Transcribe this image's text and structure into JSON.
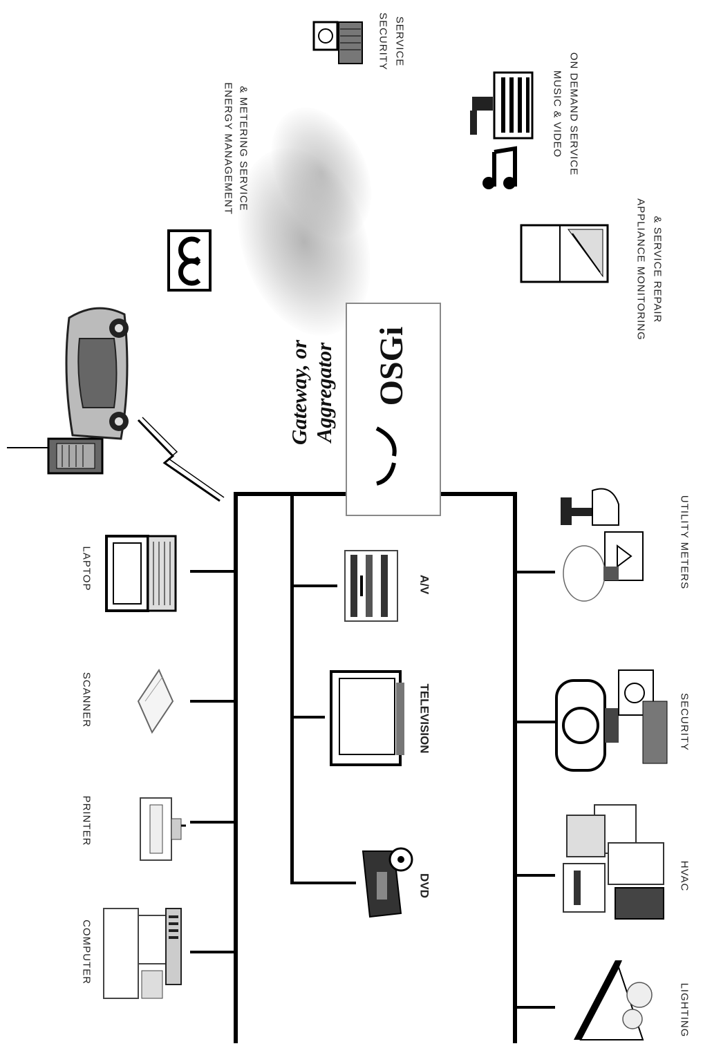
{
  "gateway_label": "Gateway, or Aggregator",
  "gateway_line1": "Gateway, or",
  "gateway_line2": "Aggregator",
  "osgi_logo_text": "OSGi",
  "home_devices": [
    {
      "label": "COMPUTER",
      "icon": "computer-icon"
    },
    {
      "label": "PRINTER",
      "icon": "printer-icon"
    },
    {
      "label": "SCANNER",
      "icon": "scanner-icon"
    },
    {
      "label": "LAPTOP",
      "icon": "laptop-icon"
    }
  ],
  "media_devices": [
    {
      "label": "DVD",
      "icon": "dvd-player-icon"
    },
    {
      "label": "TELEVISION",
      "icon": "television-icon"
    },
    {
      "label": "A/V",
      "icon": "av-receiver-icon"
    }
  ],
  "building_devices": [
    {
      "label": "LIGHTING",
      "icon": "lighting-icon"
    },
    {
      "label": "HVAC",
      "icon": "hvac-icon"
    },
    {
      "label": "SECURITY",
      "icon": "security-camera-icon"
    },
    {
      "label": "UTILITY METERS",
      "icon": "utility-meters-icon"
    }
  ],
  "remote_services": [
    {
      "label_line1": "ENERGY MANAGEMENT",
      "label_line2": "& METERING SERVICE",
      "icon": "meter-icon"
    },
    {
      "label_line1": "SECURITY",
      "label_line2": "SERVICE",
      "icon": "security-service-icon"
    },
    {
      "label_line1": "MUSIC & VIDEO",
      "label_line2": "ON DEMAND SERVICE",
      "icon": "music-video-icon"
    },
    {
      "label_line1": "APPLIANCE MONITORING",
      "label_line2": "& SERVICE REPAIR",
      "icon": "appliance-icon"
    }
  ],
  "mobile_icons": [
    "mobile-device-icon",
    "car-icon",
    "wireless-link-icon"
  ]
}
